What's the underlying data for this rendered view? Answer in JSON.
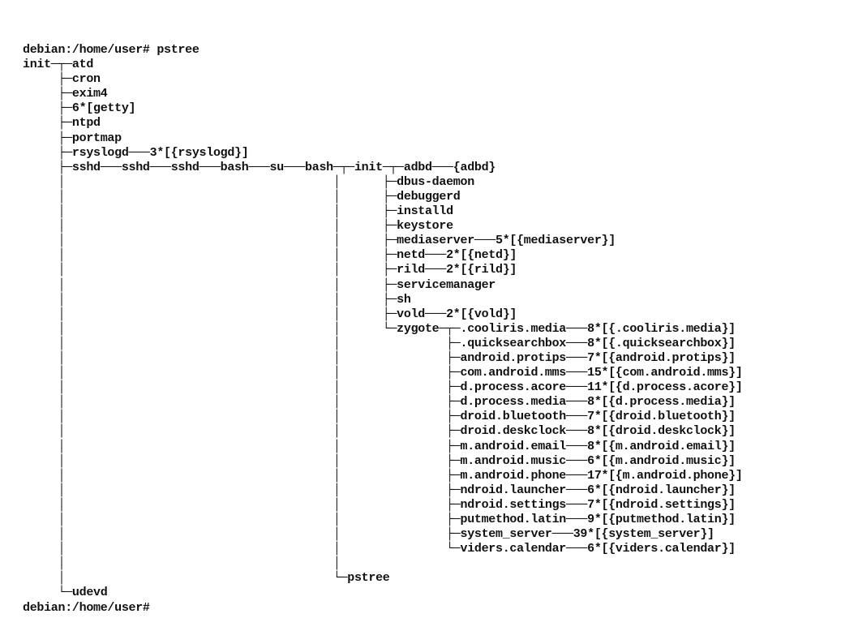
{
  "terminal": {
    "lines": [
      "debian:/home/user# pstree",
      "init─┬─atd",
      "     ├─cron",
      "     ├─exim4",
      "     ├─6*[getty]",
      "     ├─ntpd",
      "     ├─portmap",
      "     ├─rsyslogd───3*[{rsyslogd}]",
      "     ├─sshd───sshd───sshd───bash───su───bash─┬─init─┬─adbd───{adbd}",
      "     │                                      │      ├─dbus-daemon",
      "     │                                      │      ├─debuggerd",
      "     │                                      │      ├─installd",
      "     │                                      │      ├─keystore",
      "     │                                      │      ├─mediaserver───5*[{mediaserver}]",
      "     │                                      │      ├─netd───2*[{netd}]",
      "     │                                      │      ├─rild───2*[{rild}]",
      "     │                                      │      ├─servicemanager",
      "     │                                      │      ├─sh",
      "     │                                      │      ├─vold───2*[{vold}]",
      "     │                                      │      └─zygote─┬─.cooliris.media───8*[{.cooliris.media}]",
      "     │                                      │               ├─.quicksearchbox───8*[{.quicksearchbox}]",
      "     │                                      │               ├─android.protips───7*[{android.protips}]",
      "     │                                      │               ├─com.android.mms───15*[{com.android.mms}]",
      "     │                                      │               ├─d.process.acore───11*[{d.process.acore}]",
      "     │                                      │               ├─d.process.media───8*[{d.process.media}]",
      "     │                                      │               ├─droid.bluetooth───7*[{droid.bluetooth}]",
      "     │                                      │               ├─droid.deskclock───8*[{droid.deskclock}]",
      "     │                                      │               ├─m.android.email───8*[{m.android.email}]",
      "     │                                      │               ├─m.android.music───6*[{m.android.music}]",
      "     │                                      │               ├─m.android.phone───17*[{m.android.phone}]",
      "     │                                      │               ├─ndroid.launcher───6*[{ndroid.launcher}]",
      "     │                                      │               ├─ndroid.settings───7*[{ndroid.settings}]",
      "     │                                      │               ├─putmethod.latin───9*[{putmethod.latin}]",
      "     │                                      │               ├─system_server───39*[{system_server}]",
      "     │                                      │               └─viders.calendar───6*[{viders.calendar}]",
      "     │                                      │",
      "     │                                      └─pstree",
      "     └─udevd",
      "debian:/home/user#"
    ]
  }
}
